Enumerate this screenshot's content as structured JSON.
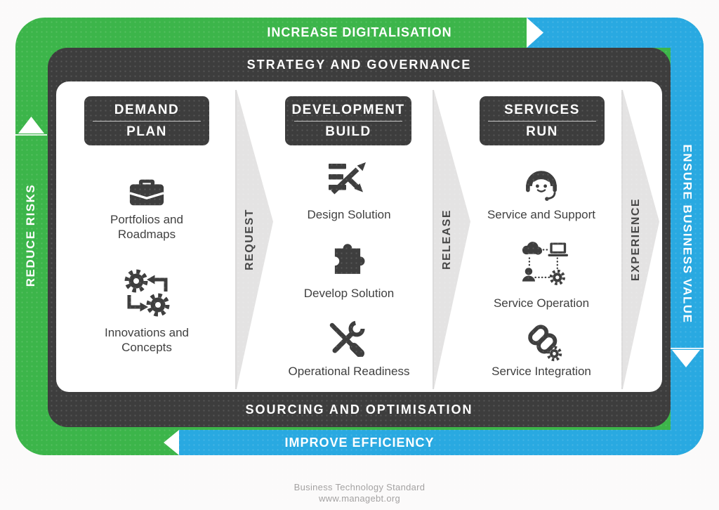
{
  "colors": {
    "green": "#3cb54a",
    "blue": "#29a9e1",
    "dark": "#3d3d3d",
    "arrow_gray": "#e4e3e3",
    "icon_dark": "#3e3e3e"
  },
  "frame": {
    "top_label": "INCREASE DIGITALISATION",
    "bottom_label": "IMPROVE EFFICIENCY",
    "left_label": "REDUCE RISKS",
    "right_label": "ENSURE BUSINESS VALUE"
  },
  "governance": {
    "top_label": "STRATEGY AND GOVERNANCE",
    "bottom_label": "SOURCING AND OPTIMISATION"
  },
  "columns": [
    {
      "phase": "DEMAND",
      "stage": "PLAN",
      "items": [
        {
          "icon": "briefcase-icon",
          "label": "Portfolios and\nRoadmaps"
        },
        {
          "icon": "gears-exchange-icon",
          "label": "Innovations and\nConcepts"
        }
      ]
    },
    {
      "phase": "DEVELOPMENT",
      "stage": "BUILD",
      "items": [
        {
          "icon": "design-arrows-icon",
          "label": "Design Solution"
        },
        {
          "icon": "puzzle-icon",
          "label": "Develop Solution"
        },
        {
          "icon": "tools-icon",
          "label": "Operational Readiness"
        }
      ]
    },
    {
      "phase": "SERVICES",
      "stage": "RUN",
      "items": [
        {
          "icon": "headset-agent-icon",
          "label": "Service and Support"
        },
        {
          "icon": "network-devices-icon",
          "label": "Service Operation"
        },
        {
          "icon": "chain-gear-icon",
          "label": "Service Integration"
        }
      ]
    }
  ],
  "flow_labels": {
    "request": "REQUEST",
    "release": "RELEASE",
    "experience": "EXPERIENCE"
  },
  "footer": {
    "line1": "Business Technology Standard",
    "line2": "www.managebt.org"
  }
}
